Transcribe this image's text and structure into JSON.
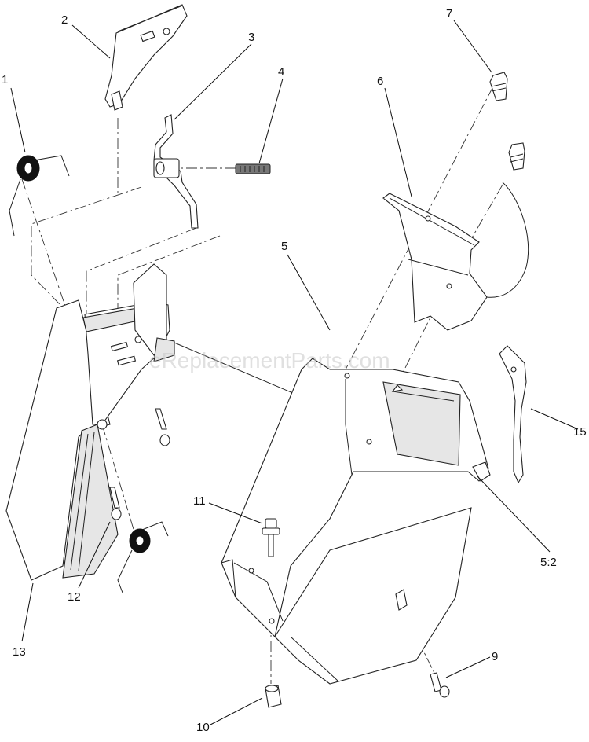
{
  "watermark": "eReplacementParts.com",
  "callouts": [
    {
      "id": "c1",
      "label": "1"
    },
    {
      "id": "c2",
      "label": "2"
    },
    {
      "id": "c3",
      "label": "3"
    },
    {
      "id": "c4",
      "label": "4"
    },
    {
      "id": "c5",
      "label": "5"
    },
    {
      "id": "c6",
      "label": "6"
    },
    {
      "id": "c7",
      "label": "7"
    },
    {
      "id": "c9",
      "label": "9"
    },
    {
      "id": "c10",
      "label": "10"
    },
    {
      "id": "c11",
      "label": "11"
    },
    {
      "id": "c12",
      "label": "12"
    },
    {
      "id": "c13",
      "label": "13"
    },
    {
      "id": "c15",
      "label": "15"
    },
    {
      "id": "c52",
      "label": "5:2"
    }
  ]
}
